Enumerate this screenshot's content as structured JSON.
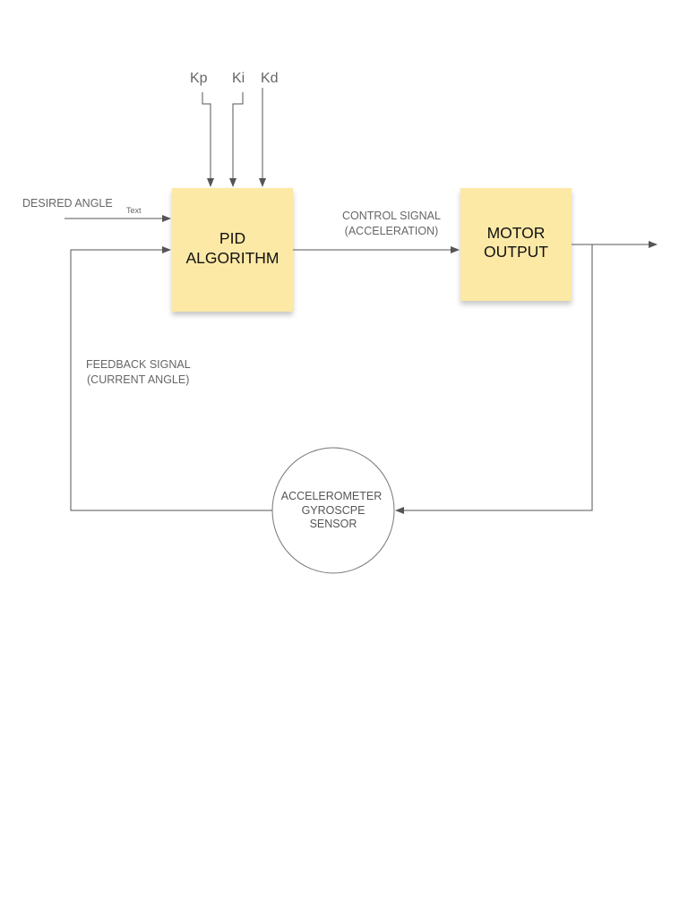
{
  "gains": {
    "kp": "Kp",
    "ki": "Ki",
    "kd": "Kd"
  },
  "input": {
    "label": "DESIRED ANGLE",
    "tag": "Text"
  },
  "pid_block": {
    "line1": "PID",
    "line2": "ALGORITHM",
    "color": "#fde9a6"
  },
  "control_signal": {
    "line1": "CONTROL SIGNAL",
    "line2": "(ACCELERATION)"
  },
  "motor_block": {
    "line1": "MOTOR",
    "line2": "OUTPUT",
    "color": "#fde9a6"
  },
  "feedback": {
    "line1": "FEEDBACK SIGNAL",
    "line2": "(CURRENT ANGLE)"
  },
  "sensor": {
    "line1": "ACCELEROMETER",
    "line2": "GYROSCPE",
    "line3": "SENSOR"
  }
}
